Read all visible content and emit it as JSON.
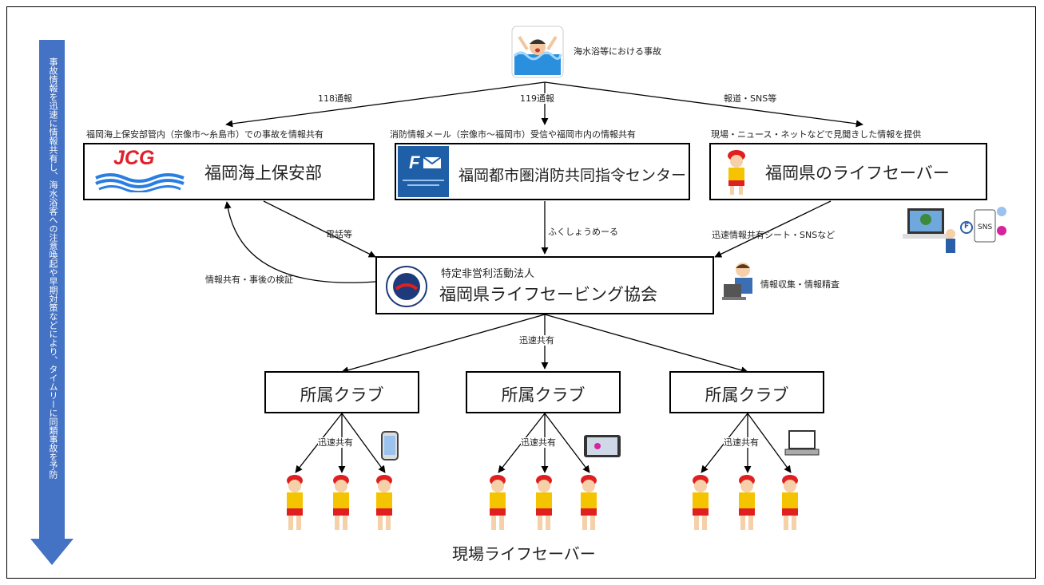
{
  "side_arrow": {
    "text": "事故情報を迅速に情報共有し、海水浴客への注意喚起や早期対策などにより、タイムリーに同類事故を予防"
  },
  "incident": {
    "label": "海水浴等における事故"
  },
  "channels": {
    "left": "118通報",
    "center": "119通報",
    "right": "報道・SNS等"
  },
  "sources": {
    "coast_guard": {
      "caption": "福岡海上保安部管内（宗像市～糸島市）での事故を情報共有",
      "logo_text": "JCG",
      "name": "福岡海上保安部"
    },
    "fire": {
      "caption": "消防情報メール（宗像市～福岡市）受信や福岡市内の情報共有",
      "logo_text": "F",
      "name": "福岡都市圏消防共同指令センター"
    },
    "lifesavers": {
      "caption": "現場・ニュース・ネットなどで見聞きした情報を提供",
      "name": "福岡県のライフセーバー"
    }
  },
  "edges": {
    "phone": "電話等",
    "fukushoumail": "ふくしょうめーる",
    "quickshare_sheet": "迅速情報共有シート・SNSなど",
    "feedback": "情報共有・事後の検証",
    "rapid_share": "迅速共有"
  },
  "media_icons": {
    "sns": "SNS",
    "facebook": "F"
  },
  "association": {
    "subtitle": "特定非営利活動法人",
    "name": "福岡県ライフセービング協会",
    "analysis": "情報収集・情報精査"
  },
  "clubs": [
    {
      "name": "所属クラブ",
      "share": "迅速共有"
    },
    {
      "name": "所属クラブ",
      "share": "迅速共有"
    },
    {
      "name": "所属クラブ",
      "share": "迅速共有"
    }
  ],
  "footer": {
    "label": "現場ライフセーバー"
  },
  "colors": {
    "arrow_blue": "#4472c4",
    "lifesaver_red": "#e02020",
    "lifesaver_yellow": "#f5c400",
    "fire_blue": "#1f5fa8"
  }
}
